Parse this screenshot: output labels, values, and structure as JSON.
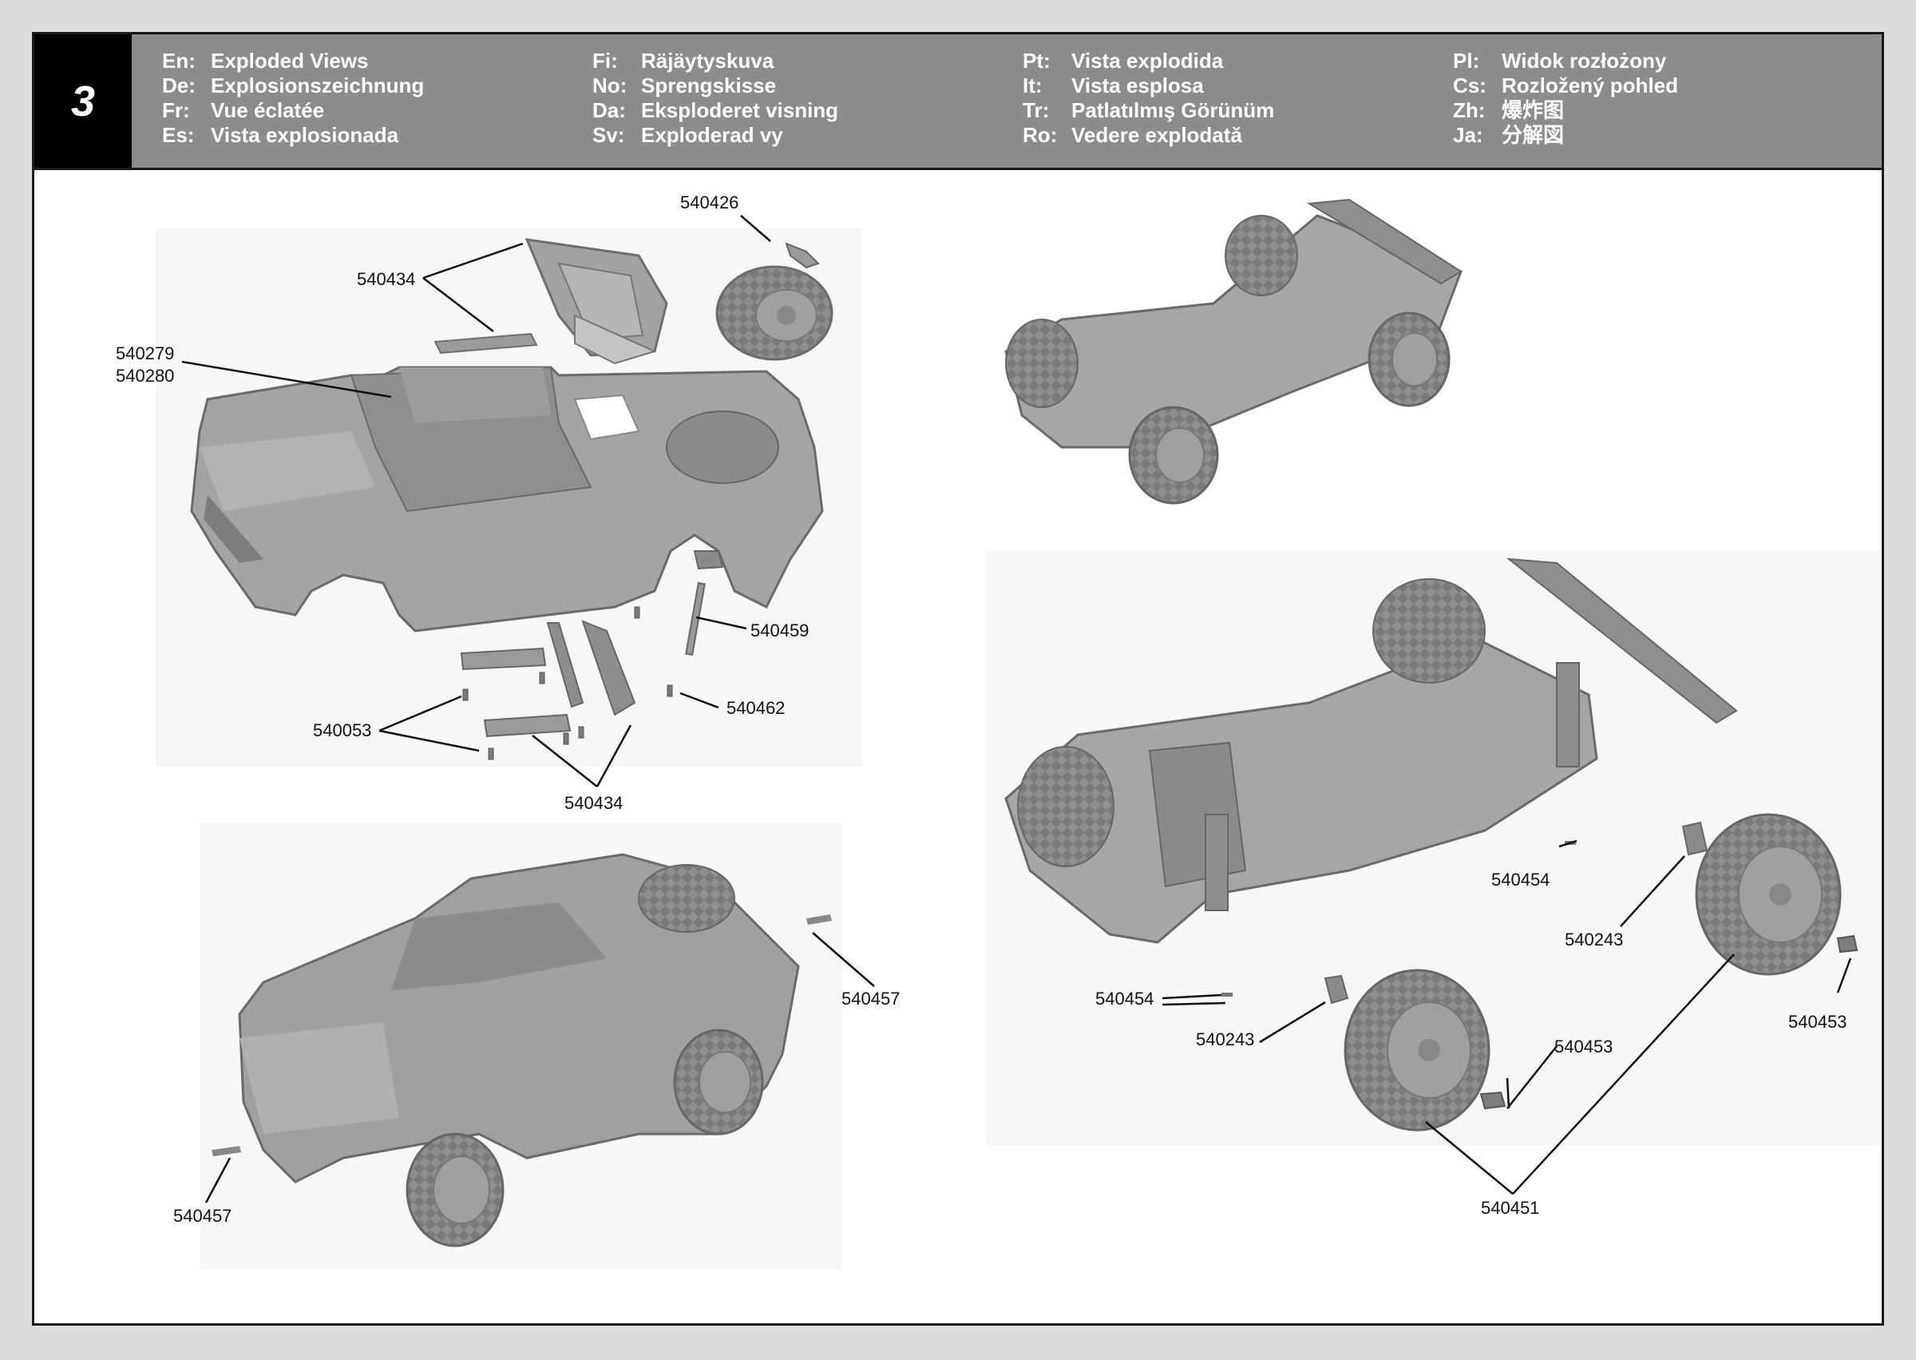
{
  "step": {
    "number": "3"
  },
  "languages": [
    [
      {
        "code": "En:",
        "text": "Exploded Views"
      },
      {
        "code": "De:",
        "text": "Explosionszeichnung"
      },
      {
        "code": "Fr:",
        "text": "Vue éclatée"
      },
      {
        "code": "Es:",
        "text": "Vista explosionada"
      }
    ],
    [
      {
        "code": "Fi:",
        "text": "Räjäytyskuva"
      },
      {
        "code": "No:",
        "text": "Sprengskisse"
      },
      {
        "code": "Da:",
        "text": "Eksploderet visning"
      },
      {
        "code": "Sv:",
        "text": "Exploderad vy"
      }
    ],
    [
      {
        "code": "Pt:",
        "text": "Vista explodida"
      },
      {
        "code": "It:",
        "text": "Vista esplosa"
      },
      {
        "code": "Tr:",
        "text": "Patlatılmış Görünüm"
      },
      {
        "code": "Ro:",
        "text": "Vedere explodată"
      }
    ],
    [
      {
        "code": "Pl:",
        "text": "Widok rozłożony"
      },
      {
        "code": "Cs:",
        "text": "Rozložený pohled"
      },
      {
        "code": "Zh:",
        "text": "爆炸图"
      },
      {
        "code": "Ja:",
        "text": "分解図"
      }
    ]
  ],
  "parts": {
    "p540426": "540426",
    "p540434_top": "540434",
    "p540279": "540279",
    "p540280": "540280",
    "p540459": "540459",
    "p540462": "540462",
    "p540053": "540053",
    "p540434_bottom": "540434",
    "p540457_right": "540457",
    "p540457_left": "540457",
    "p540454_right": "540454",
    "p540243_right": "540243",
    "p540454_left": "540454",
    "p540243_left": "540243",
    "p540453_right": "540453",
    "p540453_mid": "540453",
    "p540451": "540451"
  },
  "colors": {
    "header": "#8c8c8c",
    "step_box": "#000000",
    "part_fill": "#9a9a9a",
    "part_dark": "#6e6e6e",
    "part_light": "#b8b8b8"
  }
}
